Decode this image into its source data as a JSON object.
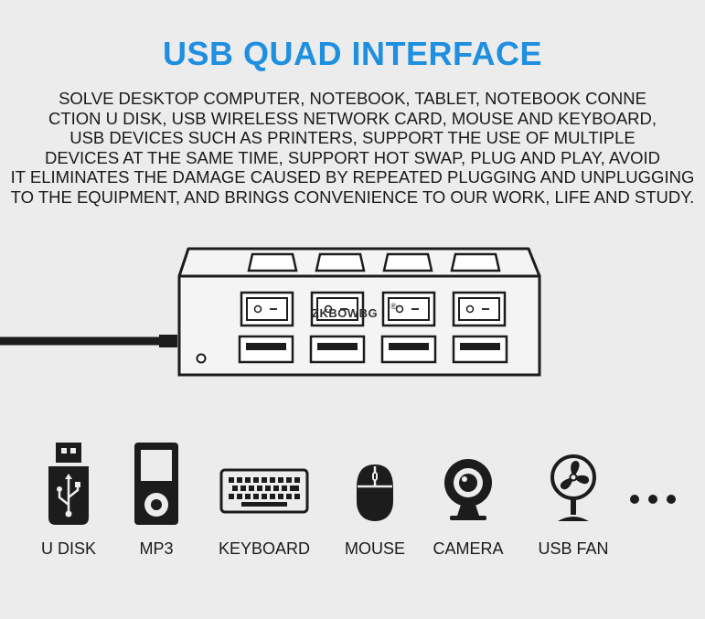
{
  "title": "USB QUAD INTERFACE",
  "description_lines": [
    "SOLVE DESKTOP COMPUTER, NOTEBOOK, TABLET, NOTEBOOK CONNE",
    "CTION U DISK, USB WIRELESS NETWORK CARD, MOUSE AND KEYBOARD,",
    "USB DEVICES SUCH AS PRINTERS, SUPPORT THE USE OF MULTIPLE",
    "DEVICES AT THE SAME TIME, SUPPORT HOT SWAP, PLUG AND PLAY, AVOID",
    "IT ELIMINATES THE DAMAGE CAUSED BY REPEATED PLUGGING AND UNPLUGGING",
    "TO THE EQUIPMENT, AND BRINGS CONVENIENCE TO OUR WORK, LIFE AND STUDY."
  ],
  "hub": {
    "brand": "ZKBOWBG",
    "registered_mark": "®",
    "port_count": 4
  },
  "devices": [
    {
      "label": "U DISK",
      "icon": "usb-drive-icon"
    },
    {
      "label": "MP3",
      "icon": "mp3-player-icon"
    },
    {
      "label": "KEYBOARD",
      "icon": "keyboard-icon"
    },
    {
      "label": "MOUSE",
      "icon": "mouse-icon"
    },
    {
      "label": "CAMERA",
      "icon": "webcam-icon"
    },
    {
      "label": "USB FAN",
      "icon": "fan-icon"
    }
  ],
  "more_indicator": "more-dots-icon",
  "colors": {
    "title": "#1f8fe0",
    "background": "#ececec",
    "text": "#1a1a1a",
    "icon": "#1c1c1c"
  }
}
